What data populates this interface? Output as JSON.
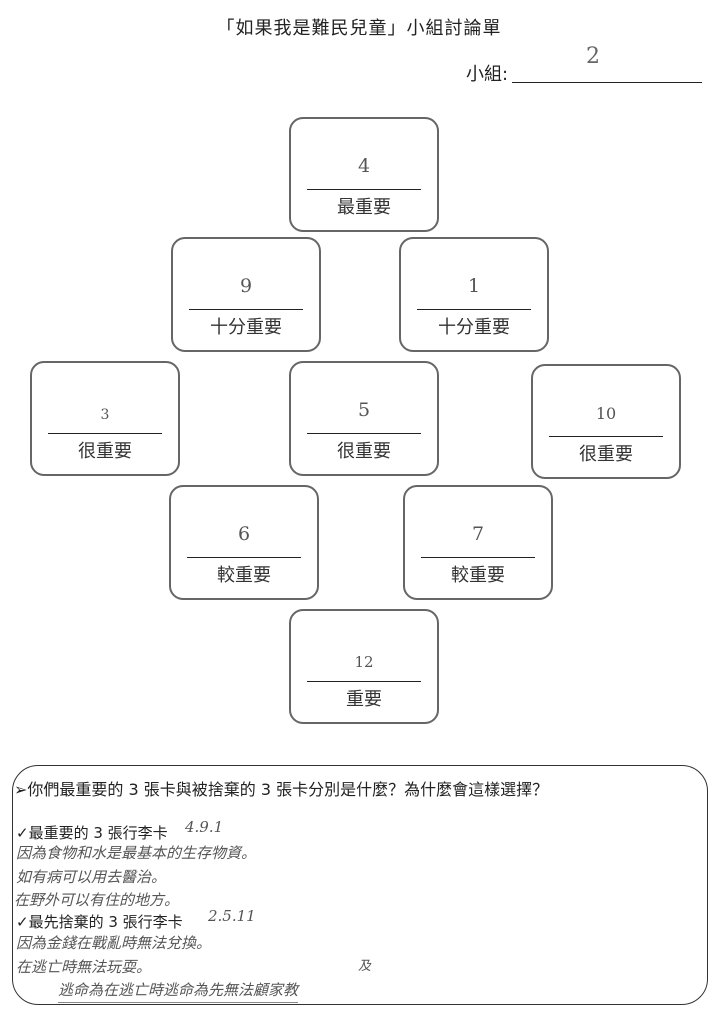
{
  "title": "「如果我是難民兒童」小組討論單",
  "group": {
    "label": "小組:",
    "value": "2"
  },
  "cards": [
    {
      "number": "4",
      "label": "最重要"
    },
    {
      "number": "9",
      "label": "十分重要"
    },
    {
      "number": "1",
      "label": "十分重要"
    },
    {
      "number": "3",
      "label": "很重要"
    },
    {
      "number": "5",
      "label": "很重要"
    },
    {
      "number": "10",
      "label": "很重要"
    },
    {
      "number": "6",
      "label": "較重要"
    },
    {
      "number": "7",
      "label": "較重要"
    },
    {
      "number": "12",
      "label": "重要"
    }
  ],
  "question": "➢你們最重要的 3 張卡與被捨棄的 3 張卡分別是什麼？為什麼會這樣選擇？",
  "most_important": {
    "label": "✓最重要的 3 張行李卡",
    "answer": "4.9.1",
    "reasons": [
      "因為食物和水是最基本的生存物資。",
      "如有病可以用去醫治。",
      "在野外可以有住的地方。"
    ]
  },
  "discarded": {
    "label": "✓最先捨棄的 3 張行李卡",
    "answer": "2.5.11",
    "reasons": [
      "因為金錢在戰亂時無法兌換。",
      "在逃亡時無法玩耍。",
      "逃命為在逃亡時逃命為先無法顧家教"
    ],
    "insert": "及"
  }
}
